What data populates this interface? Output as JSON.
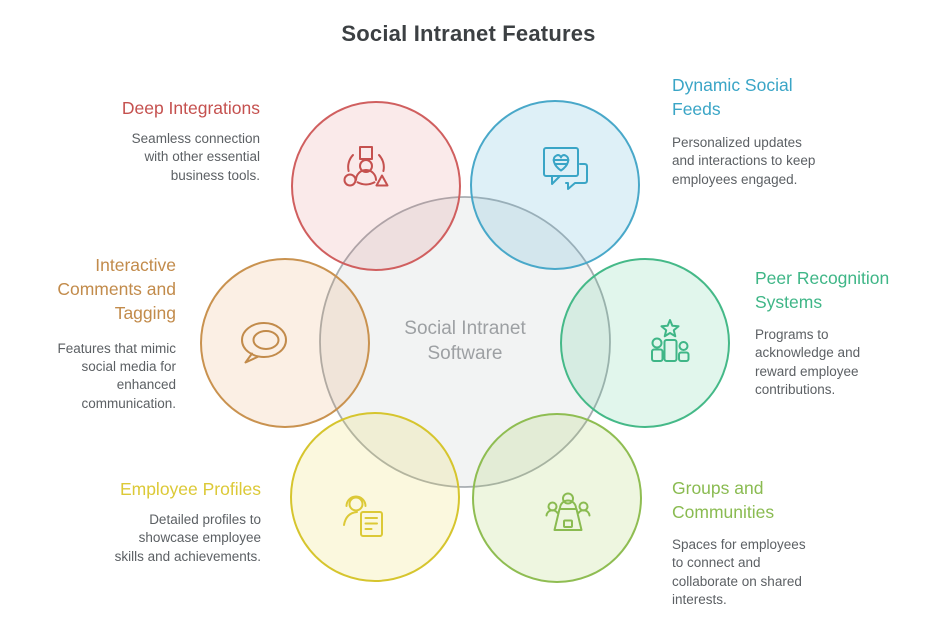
{
  "title": "Social Intranet Features",
  "center_label": "Social Intranet\nSoftware",
  "center_circle": {
    "stroke": "#a9aeb2",
    "fill": "rgba(150,155,160,0.12)",
    "label_color": "#9da0a3"
  },
  "features": [
    {
      "id": "deep-integrations",
      "heading": "Deep Integrations",
      "description": "Seamless connection\nwith other essential\nbusiness tools.",
      "icon": "integrations-icon",
      "color": "#c5514f",
      "circle_stroke": "#d05f5f",
      "circle_fill": "rgba(220,95,95,0.13)"
    },
    {
      "id": "dynamic-social-feeds",
      "heading": "Dynamic Social\nFeeds",
      "description": "Personalized updates\nand interactions to keep\nemployees engaged.",
      "icon": "social-feed-icon",
      "color": "#3aa5c6",
      "circle_stroke": "#49a8c9",
      "circle_fill": "rgba(90,180,215,0.20)"
    },
    {
      "id": "interactive-comments-tagging",
      "heading": "Interactive\nComments and\nTagging",
      "description": "Features that mimic\nsocial media for\nenhanced\ncommunication.",
      "icon": "comment-bubble-icon",
      "color": "#c28b4b",
      "circle_stroke": "#c9924f",
      "circle_fill": "rgba(225,150,75,0.15)"
    },
    {
      "id": "peer-recognition-systems",
      "heading": "Peer Recognition\nSystems",
      "description": "Programs to\nacknowledge and\nreward employee\ncontributions.",
      "icon": "recognition-podium-icon",
      "color": "#3fb687",
      "circle_stroke": "#45b988",
      "circle_fill": "rgba(75,200,145,0.17)"
    },
    {
      "id": "employee-profiles",
      "heading": "Employee Profiles",
      "description": "Detailed profiles to\nshowcase employee\nskills and achievements.",
      "icon": "profile-card-icon",
      "color": "#dcc937",
      "circle_stroke": "#d6c52e",
      "circle_fill": "rgba(235,215,70,0.18)"
    },
    {
      "id": "groups-and-communities",
      "heading": "Groups and\nCommunities",
      "description": "Spaces for employees\nto connect and\ncollaborate on shared\ninterests.",
      "icon": "group-meeting-icon",
      "color": "#8abb51",
      "circle_stroke": "#8fbd52",
      "circle_fill": "rgba(160,205,85,0.18)"
    }
  ]
}
